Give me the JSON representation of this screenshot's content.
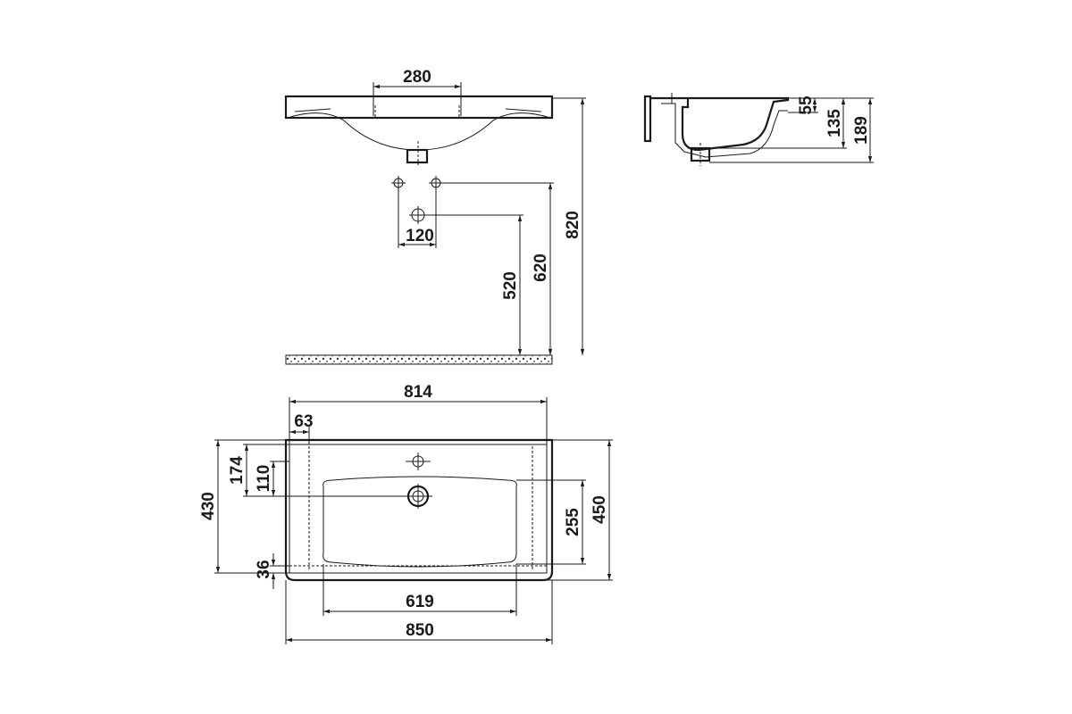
{
  "drawing": {
    "front_view": {
      "tap_hole_spacing": "280",
      "hole_spacing": "120",
      "waste_height": "520",
      "tap_height": "620",
      "top_height": "820"
    },
    "side_view": {
      "rim_depth": "55",
      "bowl_depth": "135",
      "overall_height": "189"
    },
    "plan_view": {
      "inner_width": "814",
      "side_margin": "63",
      "tap_offset": "174",
      "waste_offset": "110",
      "inner_depth": "430",
      "front_offset": "36",
      "bowl_depth": "255",
      "overall_depth": "450",
      "bowl_width": "619",
      "overall_width": "850"
    }
  }
}
